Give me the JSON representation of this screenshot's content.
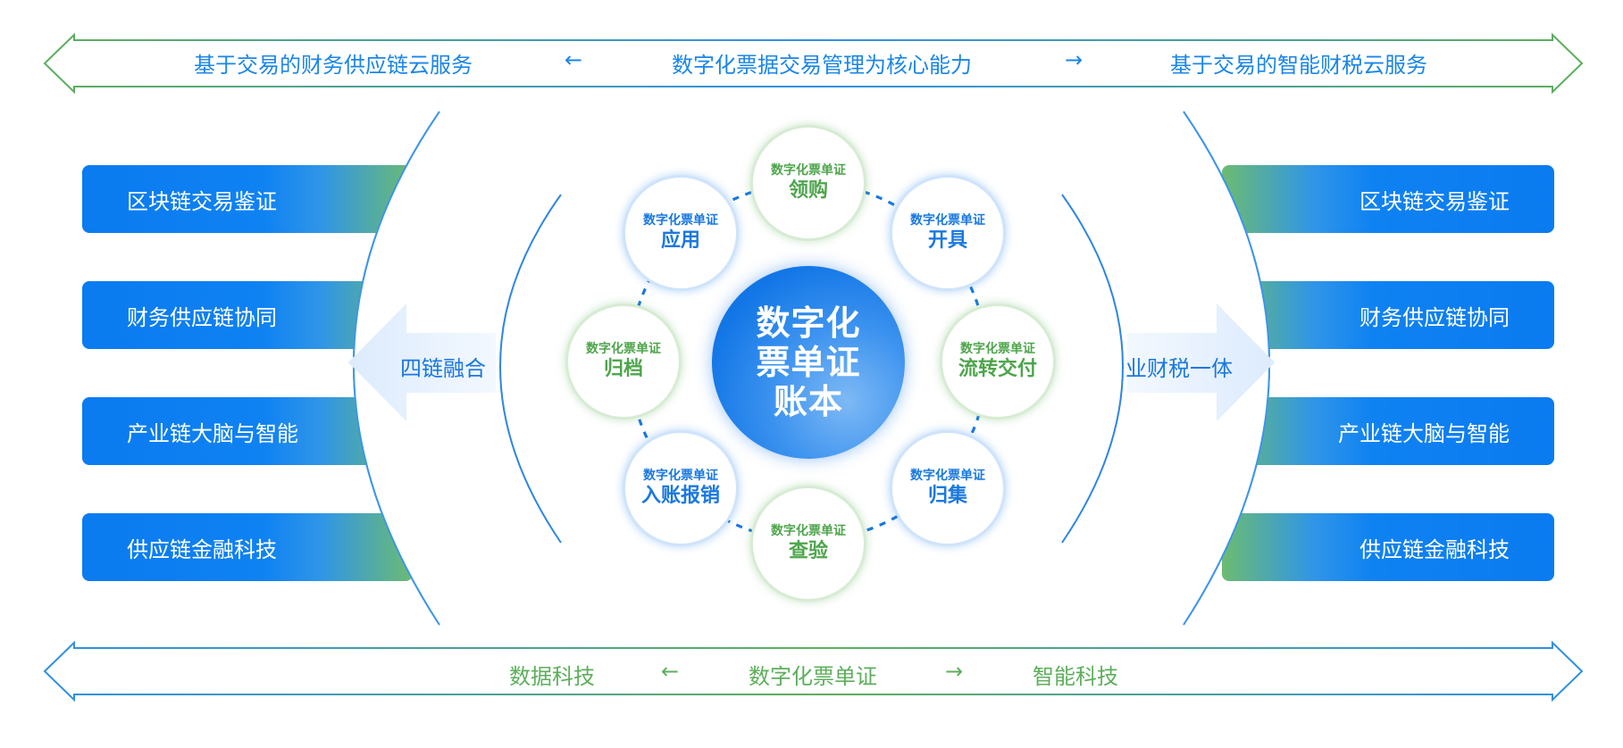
{
  "top_banner": {
    "left": "基于交易的财务供应链云服务",
    "left_arrow": "←",
    "center": "数字化票据交易管理为核心能力",
    "right_arrow": "→",
    "right": "基于交易的智能财税云服务"
  },
  "bottom_banner": {
    "left": "数据科技",
    "left_arrow": "←",
    "center": "数字化票单证",
    "right_arrow": "→",
    "right": "智能科技"
  },
  "left_bars": [
    "区块链交易鉴证",
    "财务供应链协同",
    "产业链大脑与智能",
    "供应链金融科技"
  ],
  "right_bars": [
    "区块链交易鉴证",
    "财务供应链协同",
    "产业链大脑与智能",
    "供应链金融科技"
  ],
  "left_arrow_label": "四链融合",
  "right_arrow_label": "业财税一体",
  "core": {
    "line1": "数字化",
    "line2": "票单证",
    "line3": "账本"
  },
  "nodes": [
    {
      "sub": "数字化票单证",
      "main": "领购"
    },
    {
      "sub": "数字化票单证",
      "main": "开具"
    },
    {
      "sub": "数字化票单证",
      "main": "流转交付"
    },
    {
      "sub": "数字化票单证",
      "main": "归集"
    },
    {
      "sub": "数字化票单证",
      "main": "查验"
    },
    {
      "sub": "数字化票单证",
      "main": "入账报销"
    },
    {
      "sub": "数字化票单证",
      "main": "归档"
    },
    {
      "sub": "数字化票单证",
      "main": "应用"
    }
  ],
  "colors": {
    "blue": "#1a78e0",
    "green": "#4ea54c",
    "bar": "#0a7bf0"
  }
}
